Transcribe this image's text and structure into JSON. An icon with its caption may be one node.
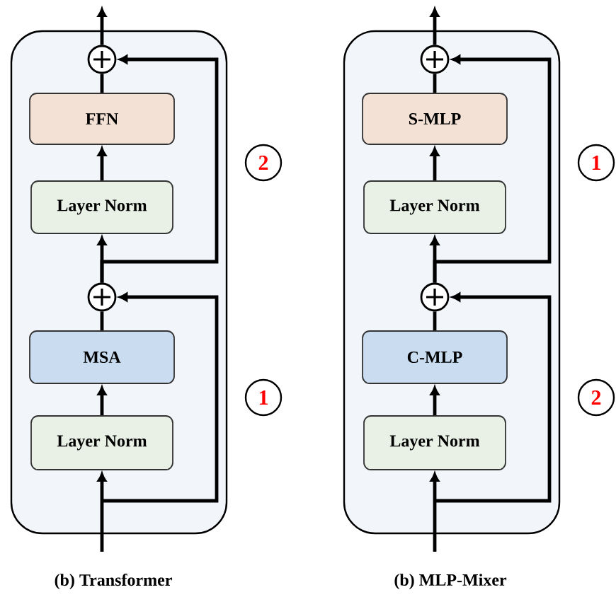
{
  "diagram": {
    "nodes": [
      {
        "text": [],
        "shape": "box"
      },
      {
        "text": [],
        "shape": "circle",
        "in": 0
      },
      {
        "text": [
          "FFN"
        ],
        "in": 0
      },
      {
        "text": [
          "Layer Norm"
        ],
        "in": 0
      },
      {
        "text": [],
        "shape": "circle",
        "in": 0
      },
      {
        "text": [
          "MSA"
        ],
        "in": 0
      },
      {
        "text": [
          "Layer Norm"
        ],
        "in": 0
      },
      {
        "text": [
          "2"
        ]
      },
      {
        "text": [
          "1"
        ]
      },
      {
        "text": [],
        "shape": "box"
      },
      {
        "text": [],
        "shape": "circle",
        "in": 9
      },
      {
        "text": [
          "S-MLP"
        ],
        "in": 9
      },
      {
        "text": [
          "Layer Norm"
        ],
        "in": 9
      },
      {
        "text": [],
        "shape": "circle",
        "in": 9
      },
      {
        "text": [
          "C-MLP"
        ],
        "in": 9
      },
      {
        "text": [
          "Layer Norm"
        ],
        "in": 9
      },
      {
        "text": [
          "1"
        ]
      },
      {
        "text": [
          "2"
        ]
      }
    ],
    "edges": [
      {
        "from": null,
        "to": 6,
        "arrow": "to"
      },
      {
        "from": null,
        "to": 4,
        "arrow": "to"
      },
      {
        "from": 6,
        "to": 5,
        "arrow": "to"
      },
      {
        "from": 5,
        "to": 4,
        "arrow": "none"
      },
      {
        "from": 4,
        "to": 3,
        "arrow": "to"
      },
      {
        "from": 4,
        "to": 1,
        "arrow": "to"
      },
      {
        "from": 3,
        "to": 2,
        "arrow": "to"
      },
      {
        "from": 2,
        "to": 1,
        "arrow": "none"
      },
      {
        "from": 1,
        "to": null,
        "arrow": "to"
      },
      {
        "from": null,
        "to": 15,
        "arrow": "to"
      },
      {
        "from": null,
        "to": 13,
        "arrow": "to"
      },
      {
        "from": 15,
        "to": 14,
        "arrow": "to"
      },
      {
        "from": 14,
        "to": 13,
        "arrow": "none"
      },
      {
        "from": 13,
        "to": 12,
        "arrow": "to"
      },
      {
        "from": 13,
        "to": 10,
        "arrow": "to"
      },
      {
        "from": 12,
        "to": 11,
        "arrow": "to"
      },
      {
        "from": 11,
        "to": 10,
        "arrow": "none"
      },
      {
        "from": 10,
        "to": null,
        "arrow": "to"
      }
    ],
    "labels": [
      "(b) Transformer",
      "(b) MLP-Mixer"
    ]
  }
}
